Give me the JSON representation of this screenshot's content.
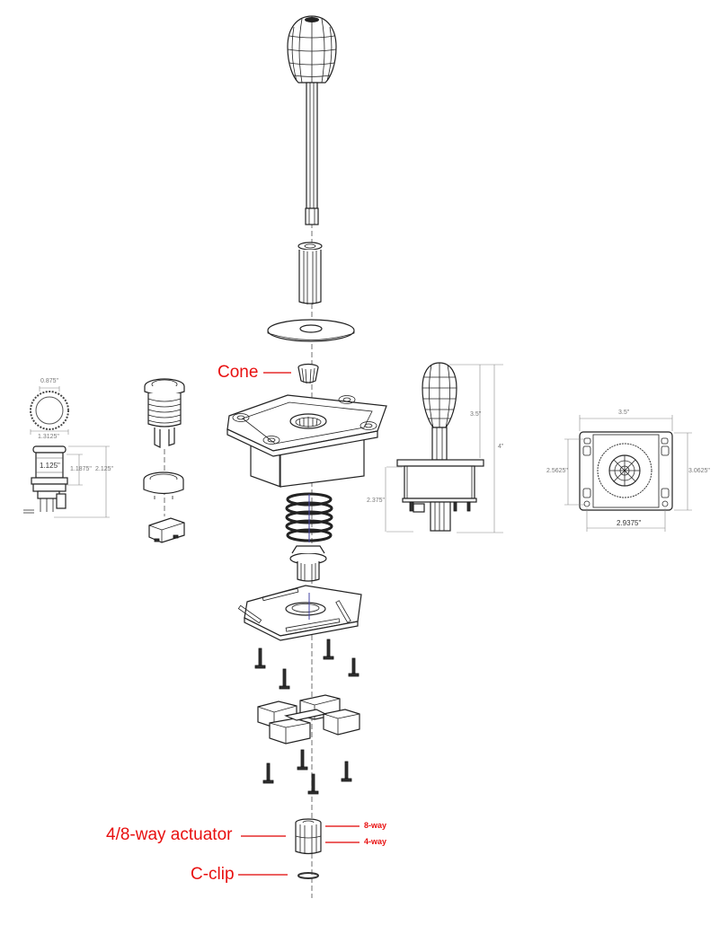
{
  "diagram": {
    "type": "exploded-parts-diagram",
    "subject": "arcade joystick"
  },
  "callouts": {
    "cone": "Cone",
    "actuator": "4/8-way actuator",
    "actuator_8way": "8-way",
    "actuator_4way": "4-way",
    "c_clip": "C-clip"
  },
  "button_dimensions": {
    "inner_diameter": "0.875\"",
    "outer_diameter": "1.3125\"",
    "body_width": "1.125\"",
    "thread_length": "1.1875\"",
    "total_height": "2.125\""
  },
  "joystick_side_dimensions": {
    "handle_height": "3.5\"",
    "total_height": "4\"",
    "body_depth": "2.375\""
  },
  "mount_plate_dimensions": {
    "width": "3.5\"",
    "height": "3.0625\"",
    "hole_spacing_x": "2.9375\"",
    "hole_spacing_y": "2.5625\""
  },
  "colors": {
    "callout": "#e81010",
    "line_art": "#222222",
    "dimension": "#888888",
    "background": "#ffffff"
  }
}
